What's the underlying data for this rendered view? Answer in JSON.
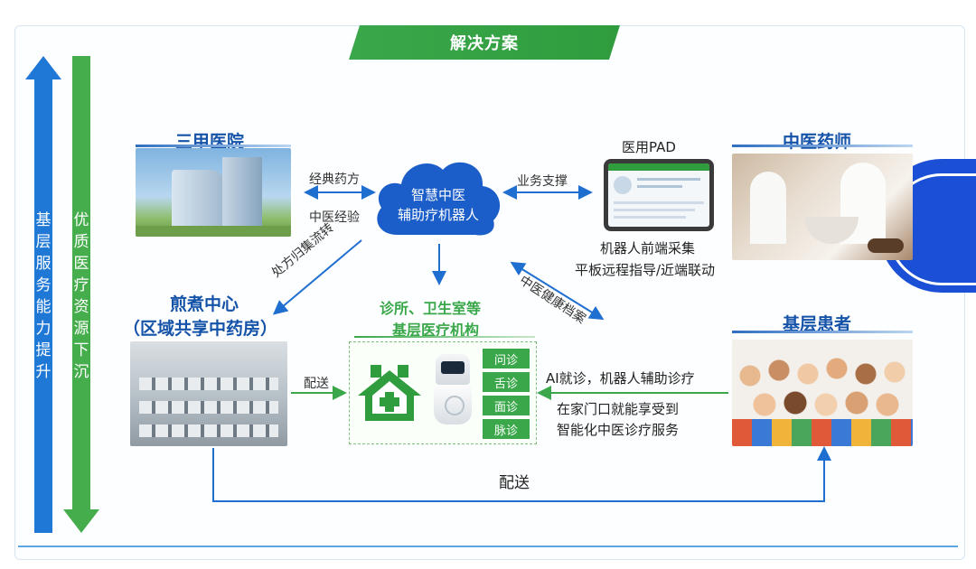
{
  "banner": {
    "title": "解决方案"
  },
  "left_arrows": {
    "up_text": "基层服务能力提升",
    "down_text": "优质医疗资源下沉"
  },
  "hospital": {
    "title": "三甲医院"
  },
  "cloud": {
    "line1": "智慧中医",
    "line2": "辅助疗机器人"
  },
  "labels": {
    "classic_formula": "经典药方",
    "tcm_experience": "中医经验",
    "business_support": "业务支撑",
    "prescription_flow": "处方归集流转",
    "health_record": "中医健康档案",
    "delivery_short": "配送",
    "delivery_long": "配送"
  },
  "pad": {
    "title": "医用PAD",
    "caption1": "机器人前端采集",
    "caption2": "平板远程指导/近端联动"
  },
  "pharmacist": {
    "title": "中医药师"
  },
  "decoction": {
    "title1": "煎煮中心",
    "title2": "（区域共享中药房）"
  },
  "clinic": {
    "title1": "诊所、卫生室等",
    "title2": "基层医疗机构",
    "tags": [
      "问诊",
      "舌诊",
      "面诊",
      "脉诊"
    ]
  },
  "patients": {
    "title": "基层患者",
    "ai_text": "AI就诊，机器人辅助诊疗",
    "home_text1": "在家门口就能享受到",
    "home_text2": "智能化中医诊疗服务"
  },
  "colors": {
    "blue": "#1f6fd0",
    "dark_blue": "#1553a8",
    "green": "#3aa84a",
    "navy_shape": "#1a4fd6"
  }
}
